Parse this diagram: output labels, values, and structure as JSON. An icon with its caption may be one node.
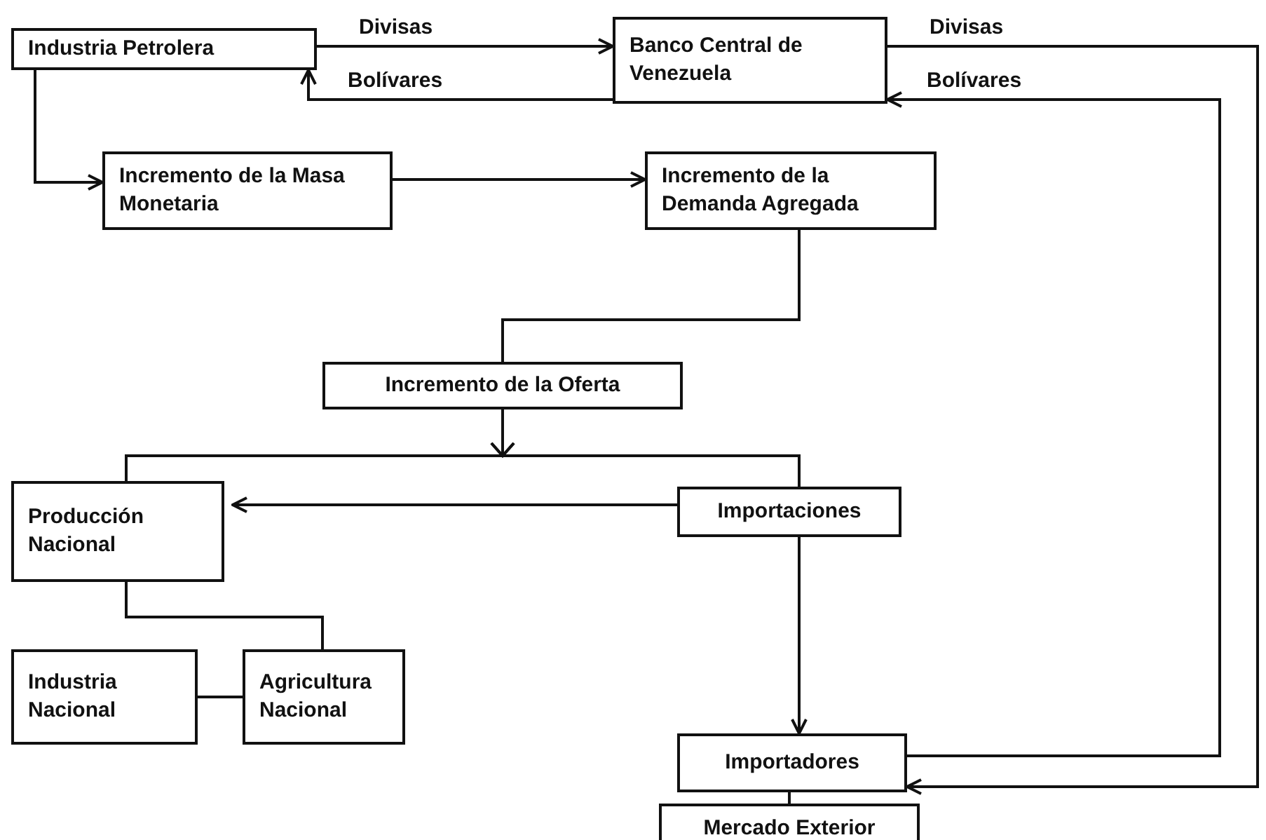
{
  "diagram": {
    "nodes": [
      {
        "text": [
          "Industria Petrolera"
        ]
      },
      {
        "text": [
          "Banco Central de Venezuela"
        ]
      },
      {
        "text": [
          "Incremento de la Masa Monetaria"
        ]
      },
      {
        "text": [
          "Incremento de la Demanda Agregada"
        ]
      },
      {
        "text": [
          "Incremento de la Oferta"
        ]
      },
      {
        "text": [
          "Producción Nacional"
        ]
      },
      {
        "text": [
          "Importaciones"
        ]
      },
      {
        "text": [
          "Industria Nacional"
        ]
      },
      {
        "text": [
          "Agricultura Nacional"
        ]
      },
      {
        "text": [
          "Importadores"
        ]
      },
      {
        "text": [
          "Mercado Exterior"
        ]
      }
    ],
    "edges": [
      {
        "from": 0,
        "to": 1,
        "arrow": "to",
        "label": "Divisas"
      },
      {
        "from": 1,
        "to": 0,
        "arrow": "to",
        "label": "Bolívares"
      },
      {
        "from": 1,
        "to": 9,
        "arrow": "to",
        "label": "Divisas"
      },
      {
        "from": 9,
        "to": 1,
        "arrow": "to",
        "label": "Bolívares"
      },
      {
        "from": 0,
        "to": 2,
        "arrow": "to"
      },
      {
        "from": 2,
        "to": 3,
        "arrow": "to"
      },
      {
        "from": 3,
        "to": 4,
        "arrow": "none"
      },
      {
        "from": 4,
        "to": 5,
        "arrow": "to"
      },
      {
        "from": 4,
        "to": 6,
        "arrow": "to"
      },
      {
        "from": 6,
        "to": 5,
        "arrow": "to"
      },
      {
        "from": 6,
        "to": 9,
        "arrow": "to"
      },
      {
        "from": 5,
        "to": 8,
        "arrow": "none"
      },
      {
        "from": 7,
        "to": 8,
        "arrow": "none"
      },
      {
        "from": 9,
        "to": 10,
        "arrow": "none"
      }
    ]
  }
}
